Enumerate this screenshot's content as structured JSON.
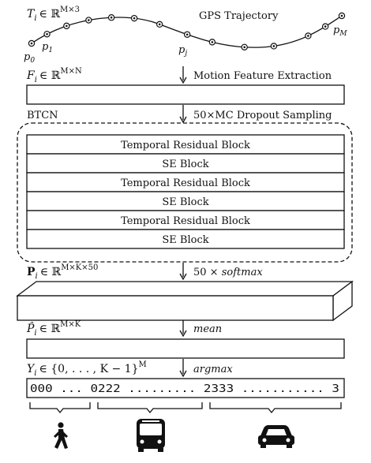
{
  "trajectory": {
    "symbol": "T",
    "subscript": "i",
    "membership": "∈ ℝ",
    "superscript": "M×3",
    "title": "GPS Trajectory",
    "points": [
      {
        "base": "p",
        "sub": "0"
      },
      {
        "base": "p",
        "sub": "1"
      },
      {
        "base": "p",
        "sub": "j"
      },
      {
        "base": "p",
        "sub": "M"
      }
    ]
  },
  "features": {
    "symbol": "F",
    "subscript": "i",
    "membership": "∈ ℝ",
    "superscript": "M×N",
    "step_label": "Motion Feature Extraction"
  },
  "btcn": {
    "label": "BTCN",
    "step_label": "50×MC Dropout Sampling",
    "blocks": [
      "Temporal Residual Block",
      "SE Block",
      "Temporal Residual Block",
      "SE Block",
      "Temporal Residual Block",
      "SE Block"
    ]
  },
  "probabilities": {
    "symbol": "P",
    "subscript": "i",
    "membership": "∈ ℝ",
    "superscript": "M×K×50",
    "step_prefix": "50 × ",
    "step_func": "softmax"
  },
  "mean_probabilities": {
    "symbol": "P̂",
    "subscript": "i",
    "membership": "∈ ℝ",
    "superscript": "M×K",
    "step_func": "mean"
  },
  "labels": {
    "symbol": "Y",
    "subscript": "i",
    "membership": "∈ {0, . . . , K − 1}",
    "superscript": "M",
    "step_func": "argmax",
    "sequence": "000 ... 0222 ......... 2333 ........... 3"
  },
  "modes": [
    {
      "icon": "walking-person-icon"
    },
    {
      "icon": "bus-icon"
    },
    {
      "icon": "car-icon"
    }
  ]
}
